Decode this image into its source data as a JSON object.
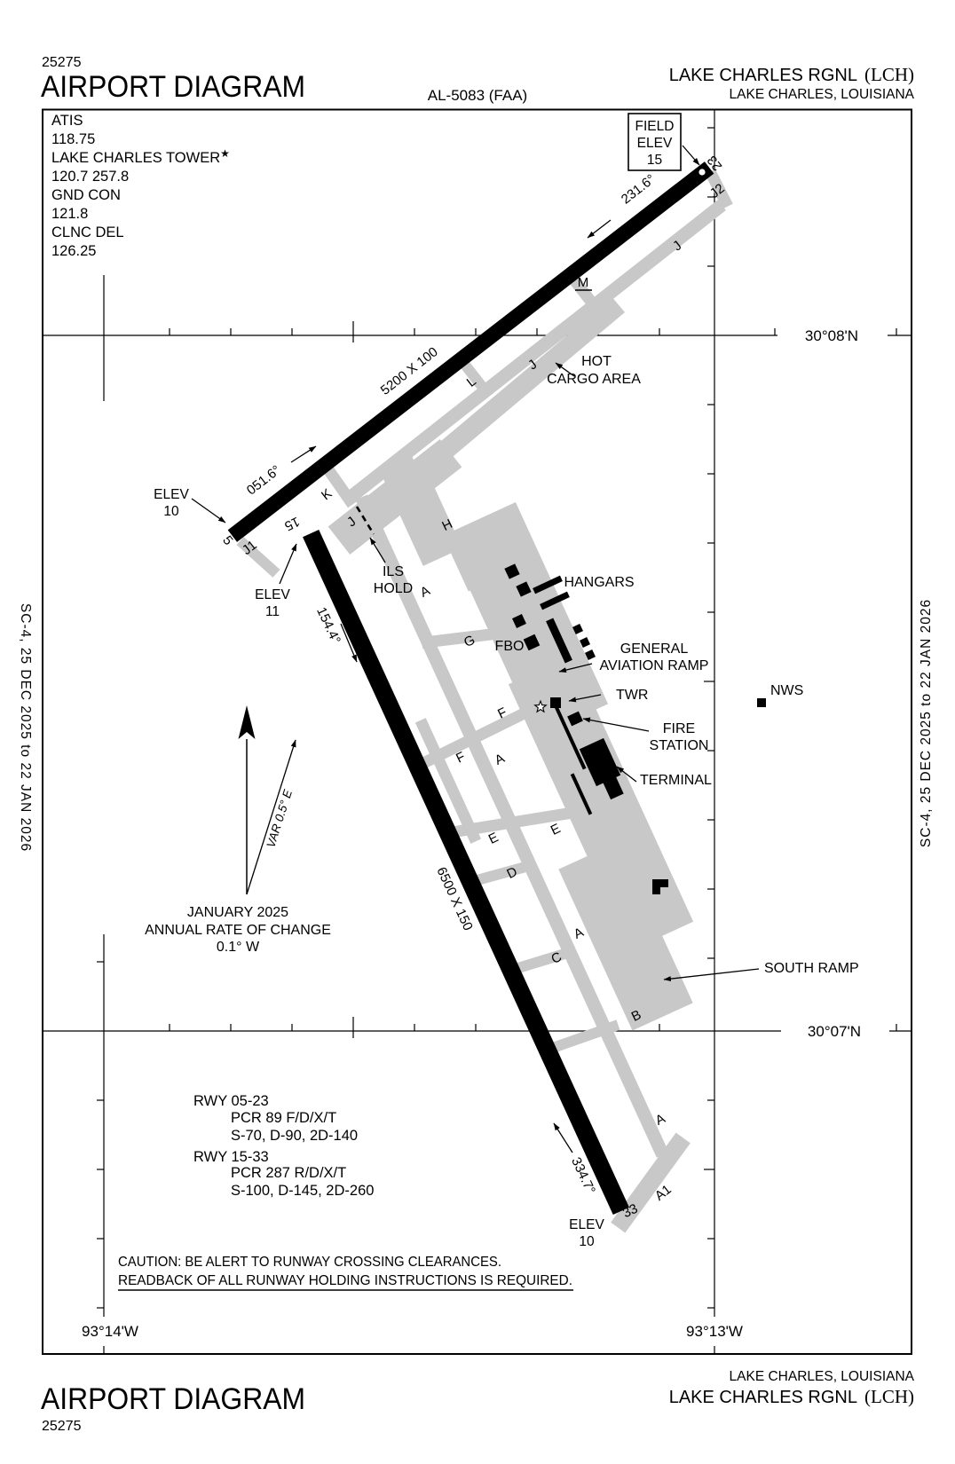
{
  "header": {
    "chart_number": "25275",
    "title": "AIRPORT DIAGRAM",
    "procedure_id": "AL-5083 (FAA)",
    "airport_name": "LAKE CHARLES RGNL",
    "airport_code": "(LCH)",
    "city_state": "LAKE CHARLES, LOUISIANA"
  },
  "edge_note": "SC-4,  25 DEC 2025  to  22 JAN 2026",
  "comms": {
    "atis_label": "ATIS",
    "atis_freq": "118.75",
    "twr_label": "LAKE CHARLES TOWER",
    "twr_star": "★",
    "twr_freq": "120.7 257.8",
    "gnd_label": "GND CON",
    "gnd_freq": "121.8",
    "clnc_label": "CLNC DEL",
    "clnc_freq": "126.25"
  },
  "field_elev": {
    "label1": "FIELD",
    "label2": "ELEV",
    "value": "15"
  },
  "runways": {
    "rwy0523": {
      "dimensions": "5200 X 100",
      "heading_ne": "231.6°",
      "heading_sw": "051.6°",
      "num_sw": "5",
      "num_ne": "23"
    },
    "rwy1533": {
      "dimensions": "6500 X 150",
      "heading_se": "154.4°",
      "heading_nw": "334.7°",
      "num_nw": "15",
      "num_se": "33"
    }
  },
  "elevations": {
    "rwy5": {
      "l1": "ELEV",
      "l2": "10"
    },
    "rwy15": {
      "l1": "ELEV",
      "l2": "11"
    },
    "rwy33": {
      "l1": "ELEV",
      "l2": "10"
    }
  },
  "taxiways": {
    "a": "A",
    "a1": "A1",
    "b": "B",
    "c": "C",
    "d": "D",
    "e": "E",
    "f": "F",
    "g": "G",
    "h": "H",
    "j": "J",
    "j1": "J1",
    "j2": "J2",
    "k": "K",
    "l": "L",
    "m": "M"
  },
  "facilities": {
    "hot_cargo_1": "HOT",
    "hot_cargo_2": "CARGO AREA",
    "ils_hold_1": "ILS",
    "ils_hold_2": "HOLD",
    "hangars": "HANGARS",
    "fbo": "FBO",
    "ga_ramp_1": "GENERAL",
    "ga_ramp_2": "AVIATION RAMP",
    "twr": "TWR",
    "nws": "NWS",
    "fire_1": "FIRE",
    "fire_2": "STATION",
    "terminal": "TERMINAL",
    "south_ramp": "SOUTH RAMP"
  },
  "coordinates": {
    "lat_top": "30°08'N",
    "lat_bottom": "30°07'N",
    "lon_left": "93°14'W",
    "lon_right": "93°13'W"
  },
  "magnetic": {
    "var": "VAR 0.5° E",
    "date": "JANUARY 2025",
    "rate_1": "ANNUAL RATE OF CHANGE",
    "rate_2": "0.1° W"
  },
  "runway_data": {
    "r1_title": "RWY 05-23",
    "r1_pcr": "PCR 89 F/D/X/T",
    "r1_codes": "S-70, D-90, 2D-140",
    "r2_title": "RWY 15-33",
    "r2_pcr": "PCR 287 R/D/X/T",
    "r2_codes": "S-100, D-145, 2D-260"
  },
  "cautions": {
    "line1": "CAUTION: BE ALERT TO RUNWAY CROSSING CLEARANCES.",
    "line2": "READBACK OF ALL RUNWAY HOLDING INSTRUCTIONS IS REQUIRED."
  },
  "colors": {
    "taxiway_gray": "#c8c8c8",
    "ink": "#000000"
  }
}
